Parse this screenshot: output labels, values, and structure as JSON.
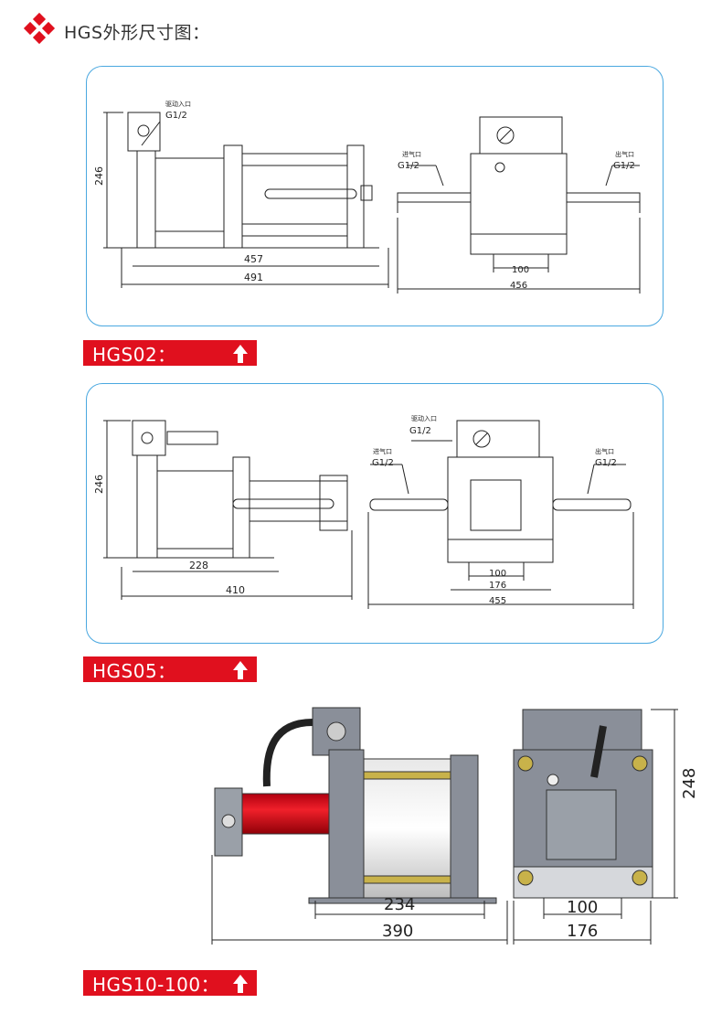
{
  "header": {
    "title": "HGS外形尺寸图："
  },
  "models": [
    {
      "label": "HGS02："
    },
    {
      "label": "HGS05："
    },
    {
      "label": "HGS10-100："
    }
  ],
  "hgs02": {
    "dims": {
      "height": "246",
      "len1": "457",
      "len2": "491",
      "base": "100",
      "width": "456"
    },
    "ports": {
      "drive": "驱动入口",
      "drive_size": "G1/2",
      "inlet": "进气口",
      "inlet_size": "G1/2",
      "outlet": "出气口",
      "outlet_size": "G1/2"
    }
  },
  "hgs05": {
    "dims": {
      "height": "246",
      "len1": "228",
      "len2": "410",
      "base1": "100",
      "base2": "176",
      "width": "455"
    },
    "ports": {
      "drive": "驱动入口",
      "drive_size": "G1/2",
      "inlet": "进气口",
      "inlet_size": "G1/2",
      "outlet": "出气口",
      "outlet_size": "G1/2"
    }
  },
  "hgs10": {
    "dims": {
      "len1": "234",
      "len2": "390",
      "base1": "100",
      "base2": "176",
      "height": "248"
    }
  },
  "colors": {
    "accent": "#e0101e",
    "panel_border": "#4aa8e0"
  }
}
